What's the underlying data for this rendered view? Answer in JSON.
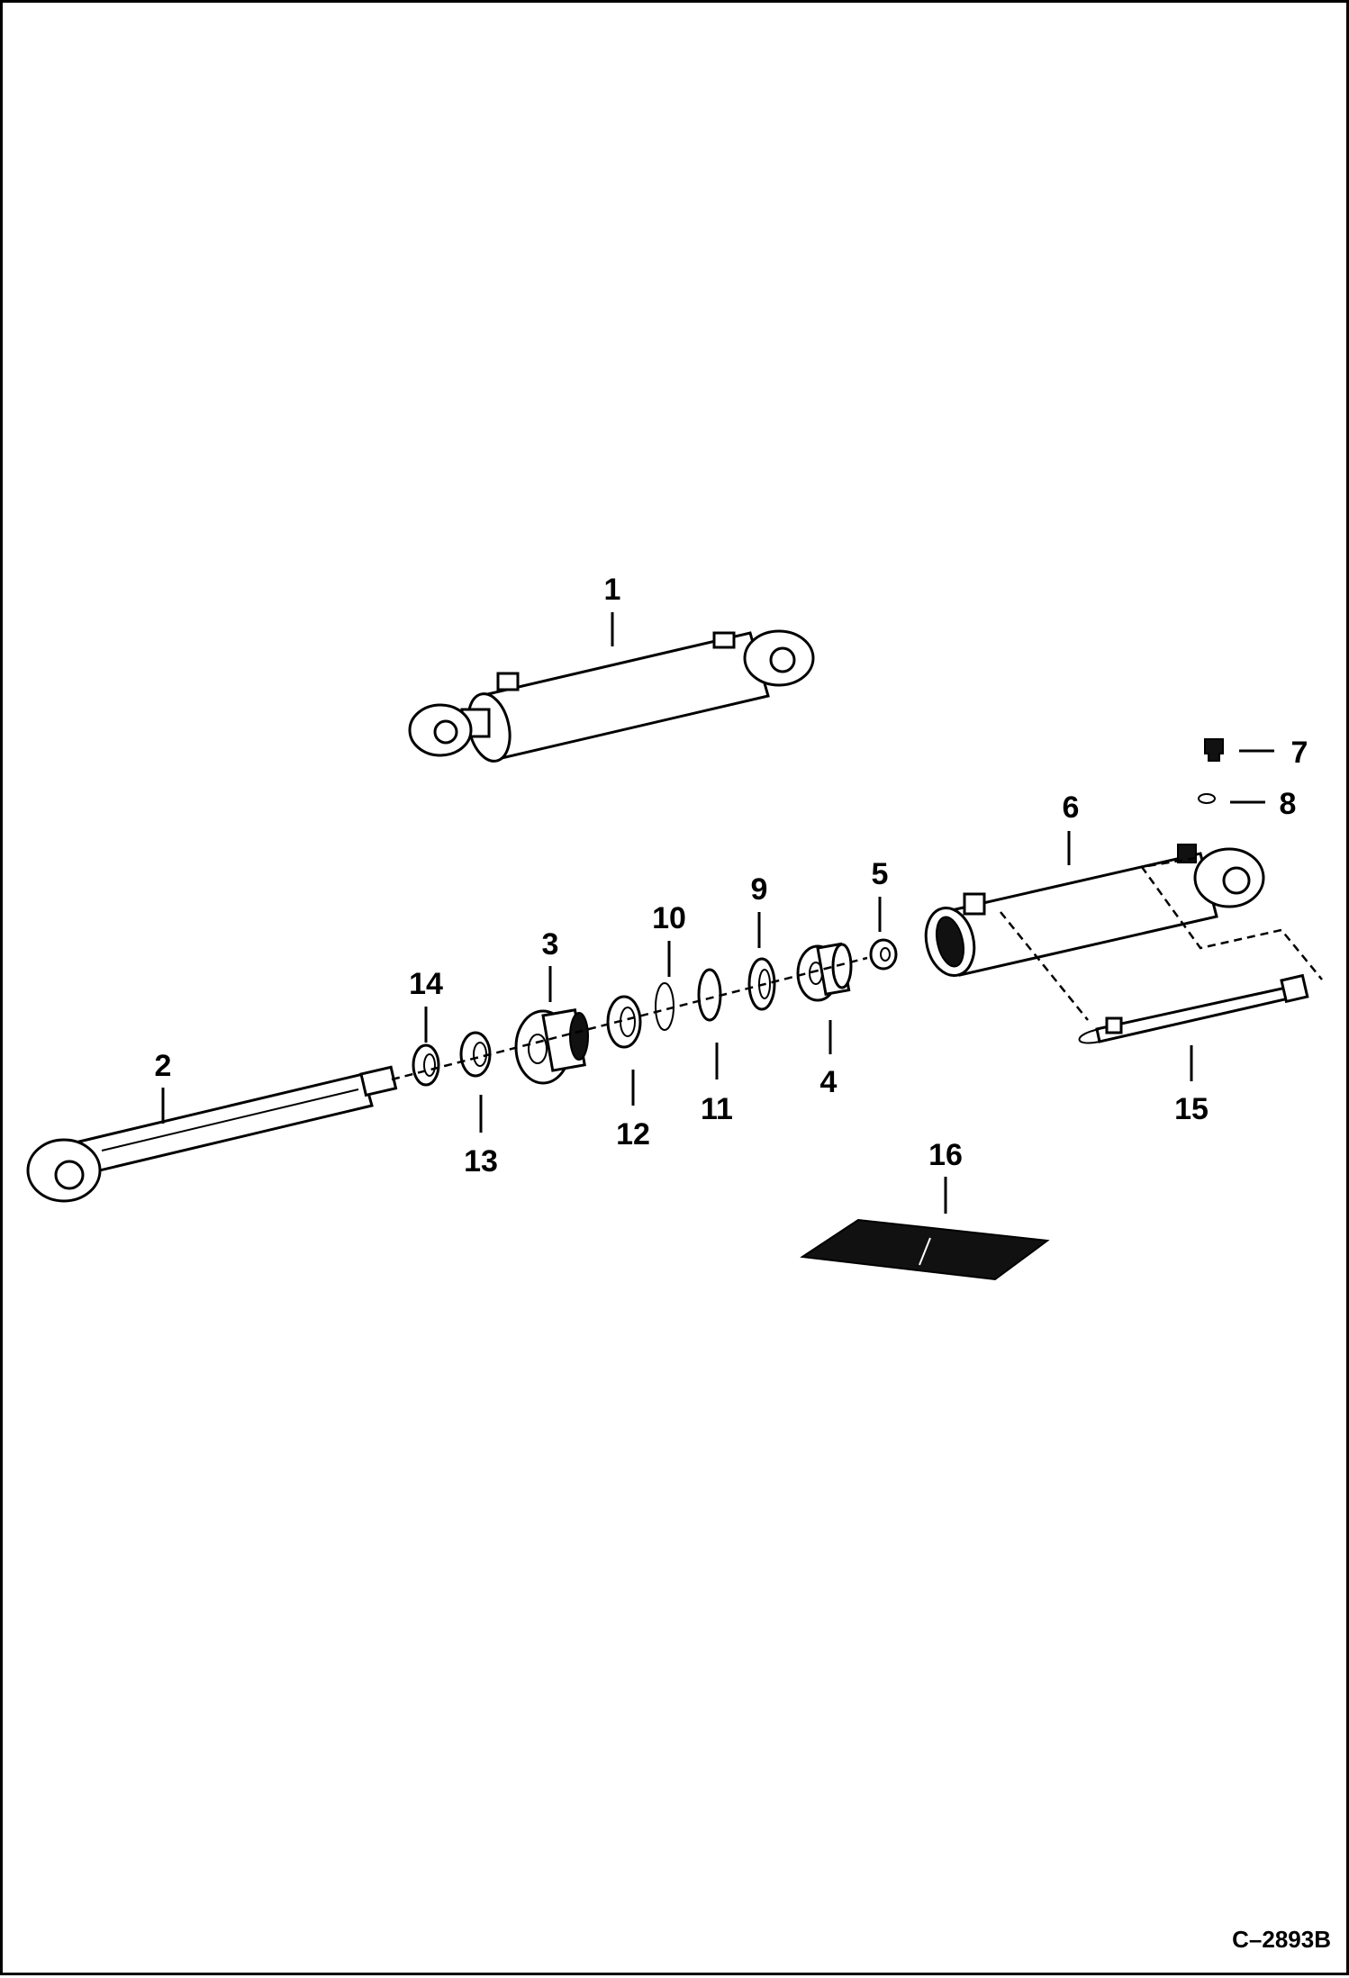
{
  "diagram": {
    "reference_code": "C–2893B",
    "callouts": {
      "c1": "1",
      "c2": "2",
      "c3": "3",
      "c4": "4",
      "c5": "5",
      "c6": "6",
      "c7": "7",
      "c8": "8",
      "c9": "9",
      "c10": "10",
      "c11": "11",
      "c12": "12",
      "c13": "13",
      "c14": "14",
      "c15": "15",
      "c16": "16"
    }
  }
}
